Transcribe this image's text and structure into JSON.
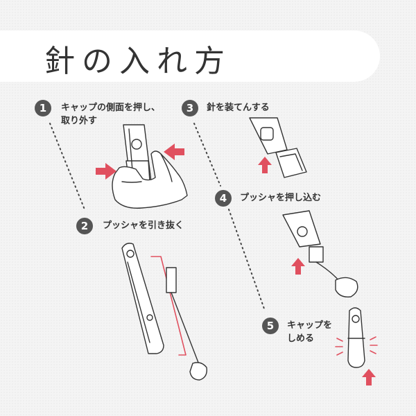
{
  "title": "針の入れ方",
  "steps": [
    {
      "number": "1",
      "lines": [
        "キャップの側面を押し、",
        "取り外す"
      ]
    },
    {
      "number": "2",
      "lines": [
        "プッシャを引き抜く"
      ]
    },
    {
      "number": "3",
      "lines": [
        "針を装てんする"
      ]
    },
    {
      "number": "4",
      "lines": [
        "プッシャを押し込む"
      ]
    },
    {
      "number": "5",
      "lines": [
        "キャップを",
        "しめる"
      ]
    }
  ],
  "colors": {
    "badge": "#555555",
    "arrow": "#e0505f",
    "line": "#333333",
    "title_bg": "#ffffff",
    "background": "#f4f4f4"
  }
}
